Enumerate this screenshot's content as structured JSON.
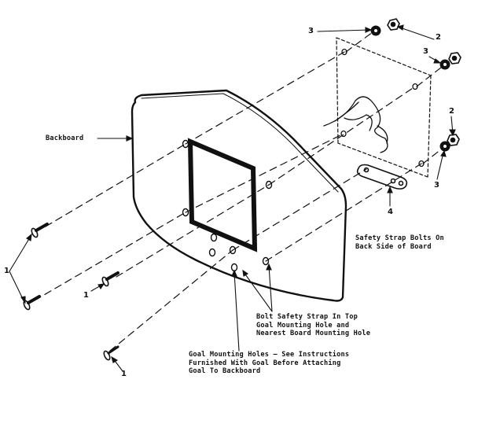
{
  "labels": {
    "backboard": "Backboard",
    "safety_strap_bolts": "Safety Strap Bolts On\nBack Side of Board",
    "bolt_safety_strap": "Bolt Safety Strap In Top\nGoal Mounting Hole and\nNearest Board Mounting Hole",
    "goal_mounting_holes": "Goal Mounting Holes — See Instructions\nFurnished With Goal Before Attaching\nGoal To Backboard"
  },
  "callouts": {
    "bolt_left_group": "1",
    "bolt_middle": "1",
    "bolt_bottom": "1",
    "nut_top": "2",
    "nut_right": "2",
    "washer_top": "3",
    "washer_middle": "3",
    "washer_bottom": "3",
    "safety_strap": "4"
  }
}
